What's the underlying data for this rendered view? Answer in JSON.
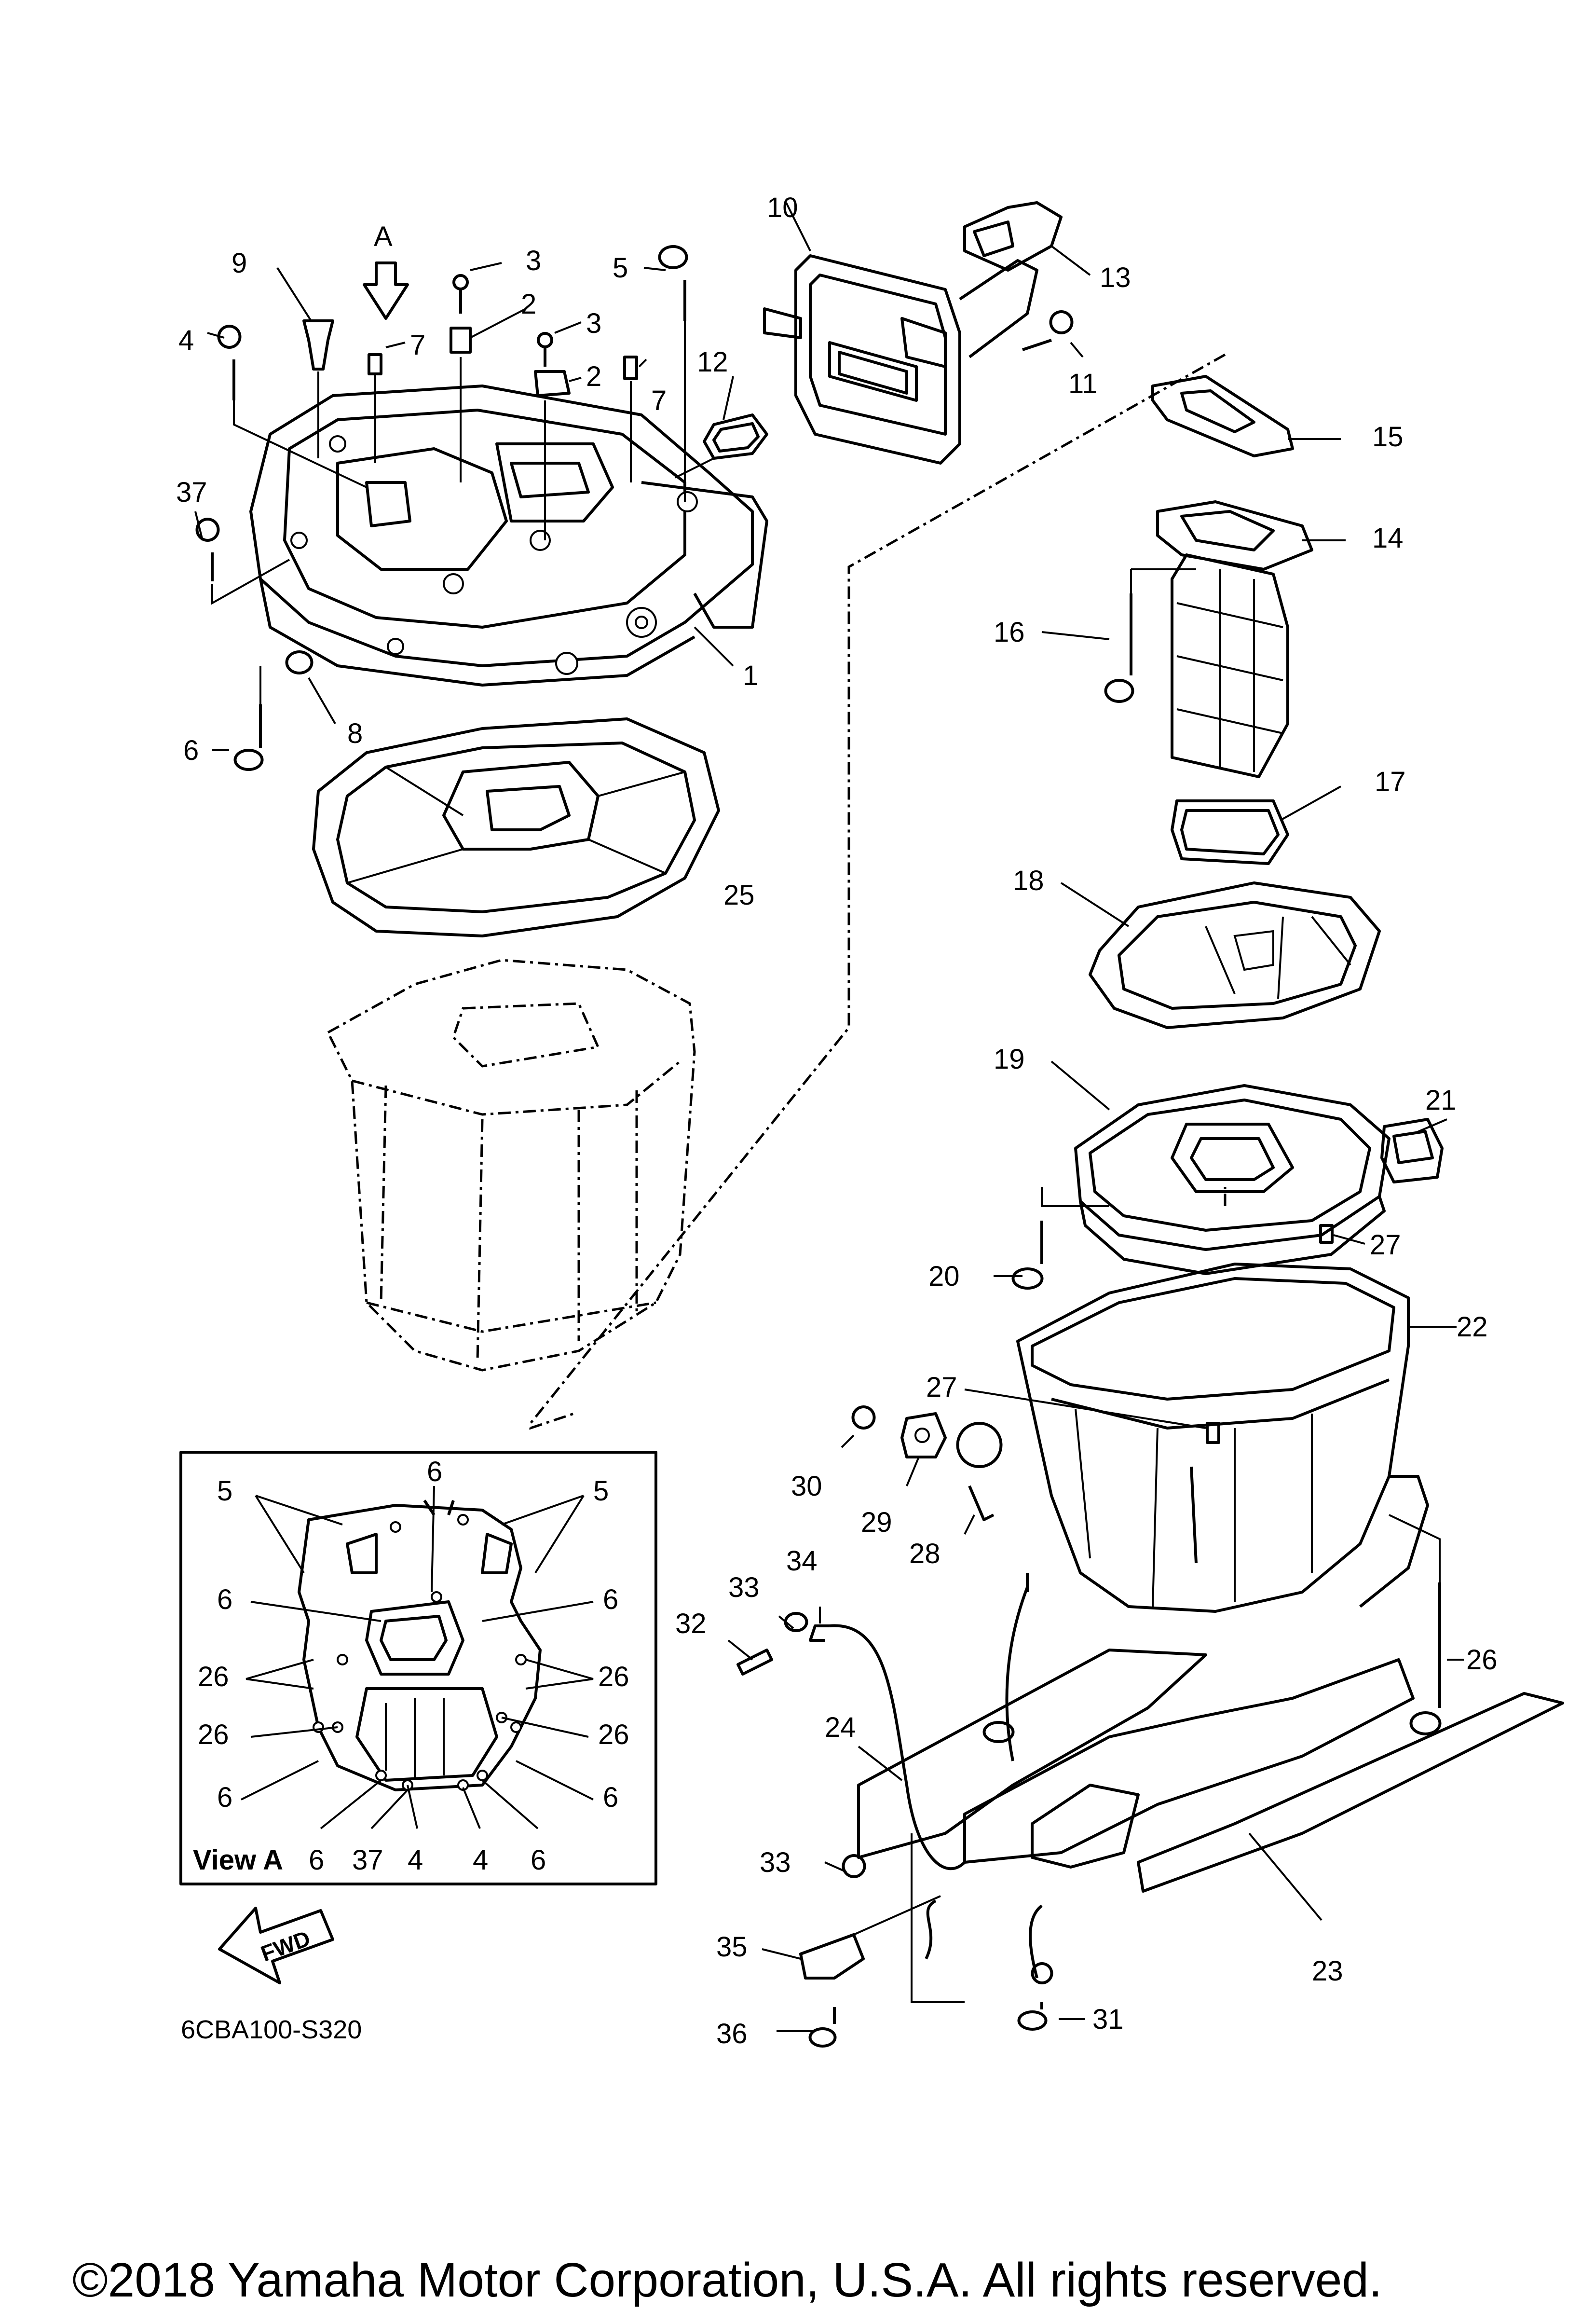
{
  "callouts": {
    "p1": "1",
    "p2a": "2",
    "p2b": "2",
    "p3a": "3",
    "p3b": "3",
    "p4": "4",
    "p5": "5",
    "p6a": "6",
    "p7a": "7",
    "p7b": "7",
    "p8": "8",
    "p9": "9",
    "p10": "10",
    "p11": "11",
    "p12": "12",
    "p13": "13",
    "p14": "14",
    "p15": "15",
    "p16": "16",
    "p17": "17",
    "p18": "18",
    "p19": "19",
    "p20": "20",
    "p21": "21",
    "p22": "22",
    "p23": "23",
    "p24": "24",
    "p25": "25",
    "p26": "26",
    "p27a": "27",
    "p27b": "27",
    "p28": "28",
    "p29": "29",
    "p30": "30",
    "p31": "31",
    "p32": "32",
    "p33a": "33",
    "p33b": "33",
    "p34": "34",
    "p35": "35",
    "p36": "36",
    "p37": "37"
  },
  "view_arrow_label": "A",
  "view_a": {
    "title": "View A",
    "labels": {
      "l5a": "5",
      "l5b": "5",
      "l6top": "6",
      "l6l1": "6",
      "l6r1": "6",
      "l26l1": "26",
      "l26r1": "26",
      "l26l2": "26",
      "l26r2": "26",
      "l6l2": "6",
      "l6r2": "6",
      "b6a": "6",
      "b37": "37",
      "b4a": "4",
      "b4b": "4",
      "b6b": "6"
    }
  },
  "fwd_label": "FWD",
  "diagram_code": "6CBA100-S320",
  "copyright": "©2018 Yamaha Motor Corporation, U.S.A. All rights reserved."
}
